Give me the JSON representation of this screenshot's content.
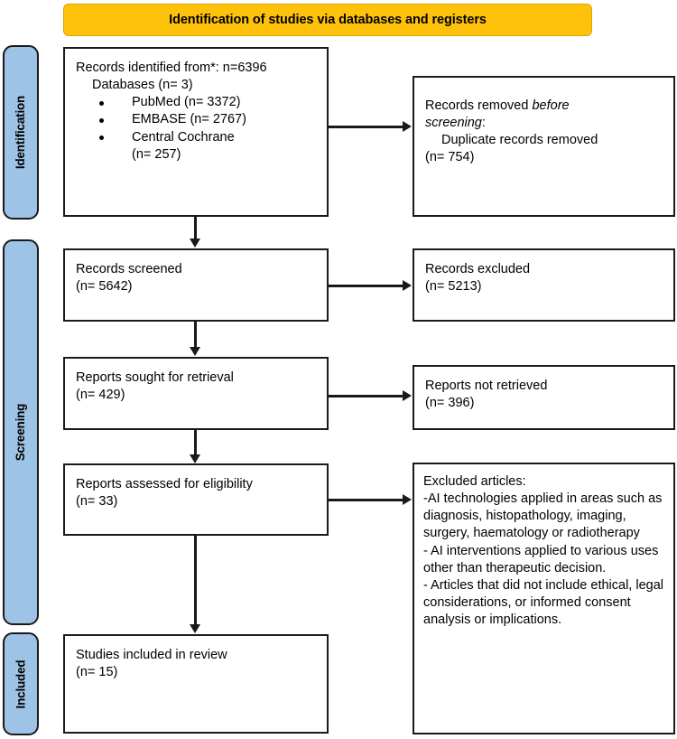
{
  "diagram": {
    "type": "prisma-flow-diagram",
    "banner": {
      "title": "Identification of studies via databases and registers",
      "color": "#FFC20A"
    },
    "stages": [
      {
        "id": "identification",
        "label": "Identification",
        "color": "#9DC3E6"
      },
      {
        "id": "screening",
        "label": "Screening",
        "color": "#9DC3E6"
      },
      {
        "id": "included",
        "label": "Included",
        "color": "#9DC3E6"
      }
    ],
    "nodes": {
      "records_identified": {
        "line1": "Records identified from*: n=6396",
        "line2": "Databases (n= 3)",
        "bullets": [
          {
            "text": "PubMed (n= 3372)",
            "cont": ""
          },
          {
            "text": "EMBASE (n= 2767)",
            "cont": ""
          },
          {
            "text": "Central Cochrane",
            "cont": "(n= 257)"
          }
        ]
      },
      "records_removed": {
        "line1_a": "Records removed ",
        "line1_b": "before",
        "line2_a": "screening",
        "line2_b": ":",
        "line3": "Duplicate records removed",
        "line4": "(n= 754)"
      },
      "records_screened": {
        "line1": "Records screened",
        "line2": "(n= 5642)"
      },
      "records_excluded": {
        "line1": "Records excluded",
        "line2": "(n= 5213)"
      },
      "reports_sought": {
        "line1": "Reports sought for retrieval",
        "line2": "(n= 429)"
      },
      "reports_not_retrieved": {
        "line1": "Reports not retrieved",
        "line2": "(n= 396)"
      },
      "reports_assessed": {
        "line1": "Reports assessed for eligibility",
        "line2": "(n= 33)"
      },
      "excluded_articles": {
        "line1": "Excluded articles:",
        "line2": "-AI technologies applied in areas such as diagnosis, histopathology, imaging, surgery, haematology or radiotherapy",
        "line3": "- AI interventions applied to various uses other than therapeutic decision.",
        "line4": "- Articles that did not include ethical, legal considerations, or informed consent analysis or implications."
      },
      "studies_included": {
        "line1": "Studies included in review",
        "line2": "(n= 15)"
      }
    },
    "counts": {
      "records_identified_total": 6396,
      "databases": 3,
      "pubmed": 3372,
      "embase": 2767,
      "central_cochrane": 257,
      "duplicates_removed": 754,
      "records_screened": 5642,
      "records_excluded": 5213,
      "reports_sought": 429,
      "reports_not_retrieved": 396,
      "reports_assessed": 33,
      "studies_included": 15
    }
  }
}
